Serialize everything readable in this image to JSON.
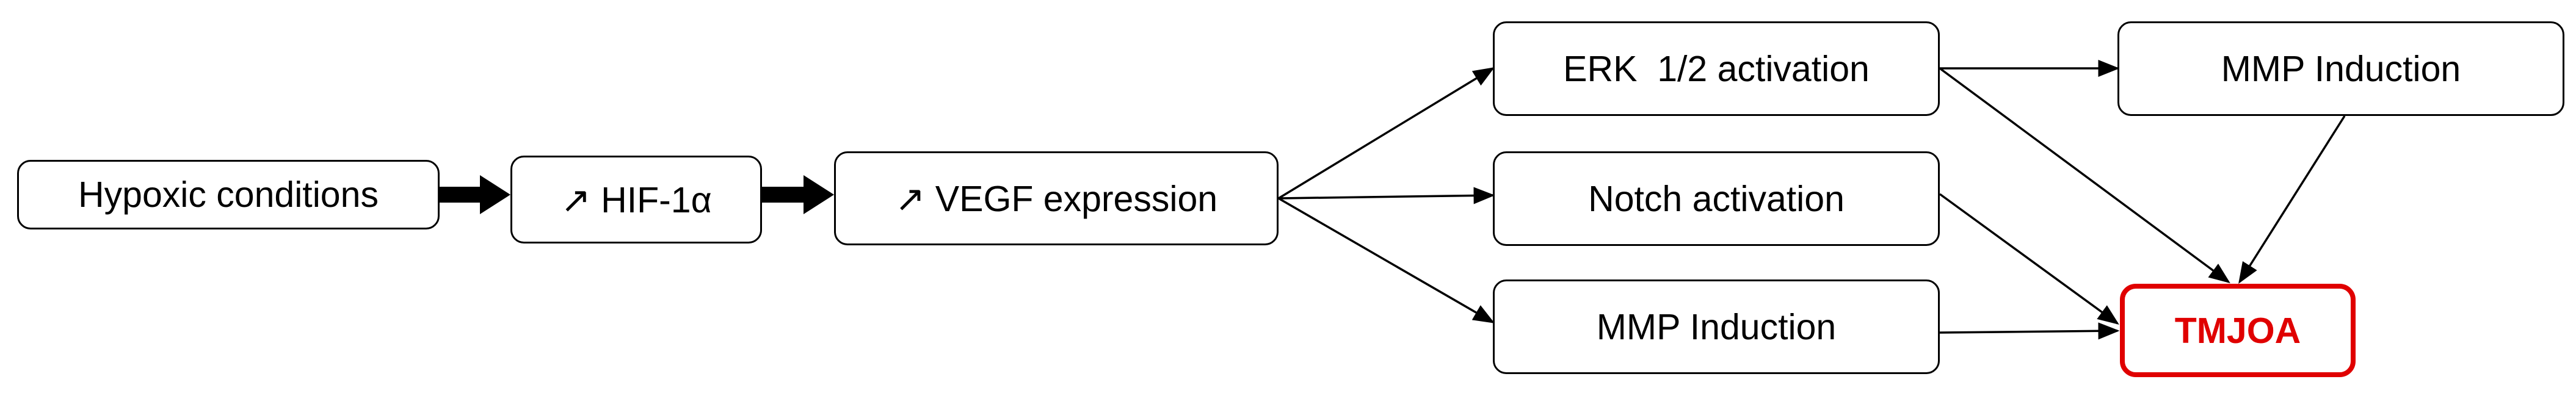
{
  "diagram": {
    "nodes": {
      "hypoxic": "Hypoxic conditions",
      "hif": "↗ HIF-1α",
      "vegf": "↗ VEGF expression",
      "erk": "ERK  1/2 activation",
      "notch": "Notch activation",
      "mmp_a": "MMP Induction",
      "mmp_b": "MMP Induction",
      "tmjoa": "TMJOA"
    },
    "edges": [
      {
        "from": "hypoxic",
        "to": "hif",
        "style": "thick"
      },
      {
        "from": "hif",
        "to": "vegf",
        "style": "thick"
      },
      {
        "from": "vegf",
        "to": "erk",
        "style": "thin"
      },
      {
        "from": "vegf",
        "to": "notch",
        "style": "thin"
      },
      {
        "from": "vegf",
        "to": "mmp_a",
        "style": "thin"
      },
      {
        "from": "erk",
        "to": "mmp_b",
        "style": "thin"
      },
      {
        "from": "erk",
        "to": "tmjoa",
        "style": "thin"
      },
      {
        "from": "mmp_b",
        "to": "tmjoa",
        "style": "thin"
      },
      {
        "from": "notch",
        "to": "tmjoa",
        "style": "thin"
      },
      {
        "from": "mmp_a",
        "to": "tmjoa",
        "style": "thin"
      }
    ],
    "colors": {
      "line": "#000000",
      "target": "#e00000"
    }
  }
}
